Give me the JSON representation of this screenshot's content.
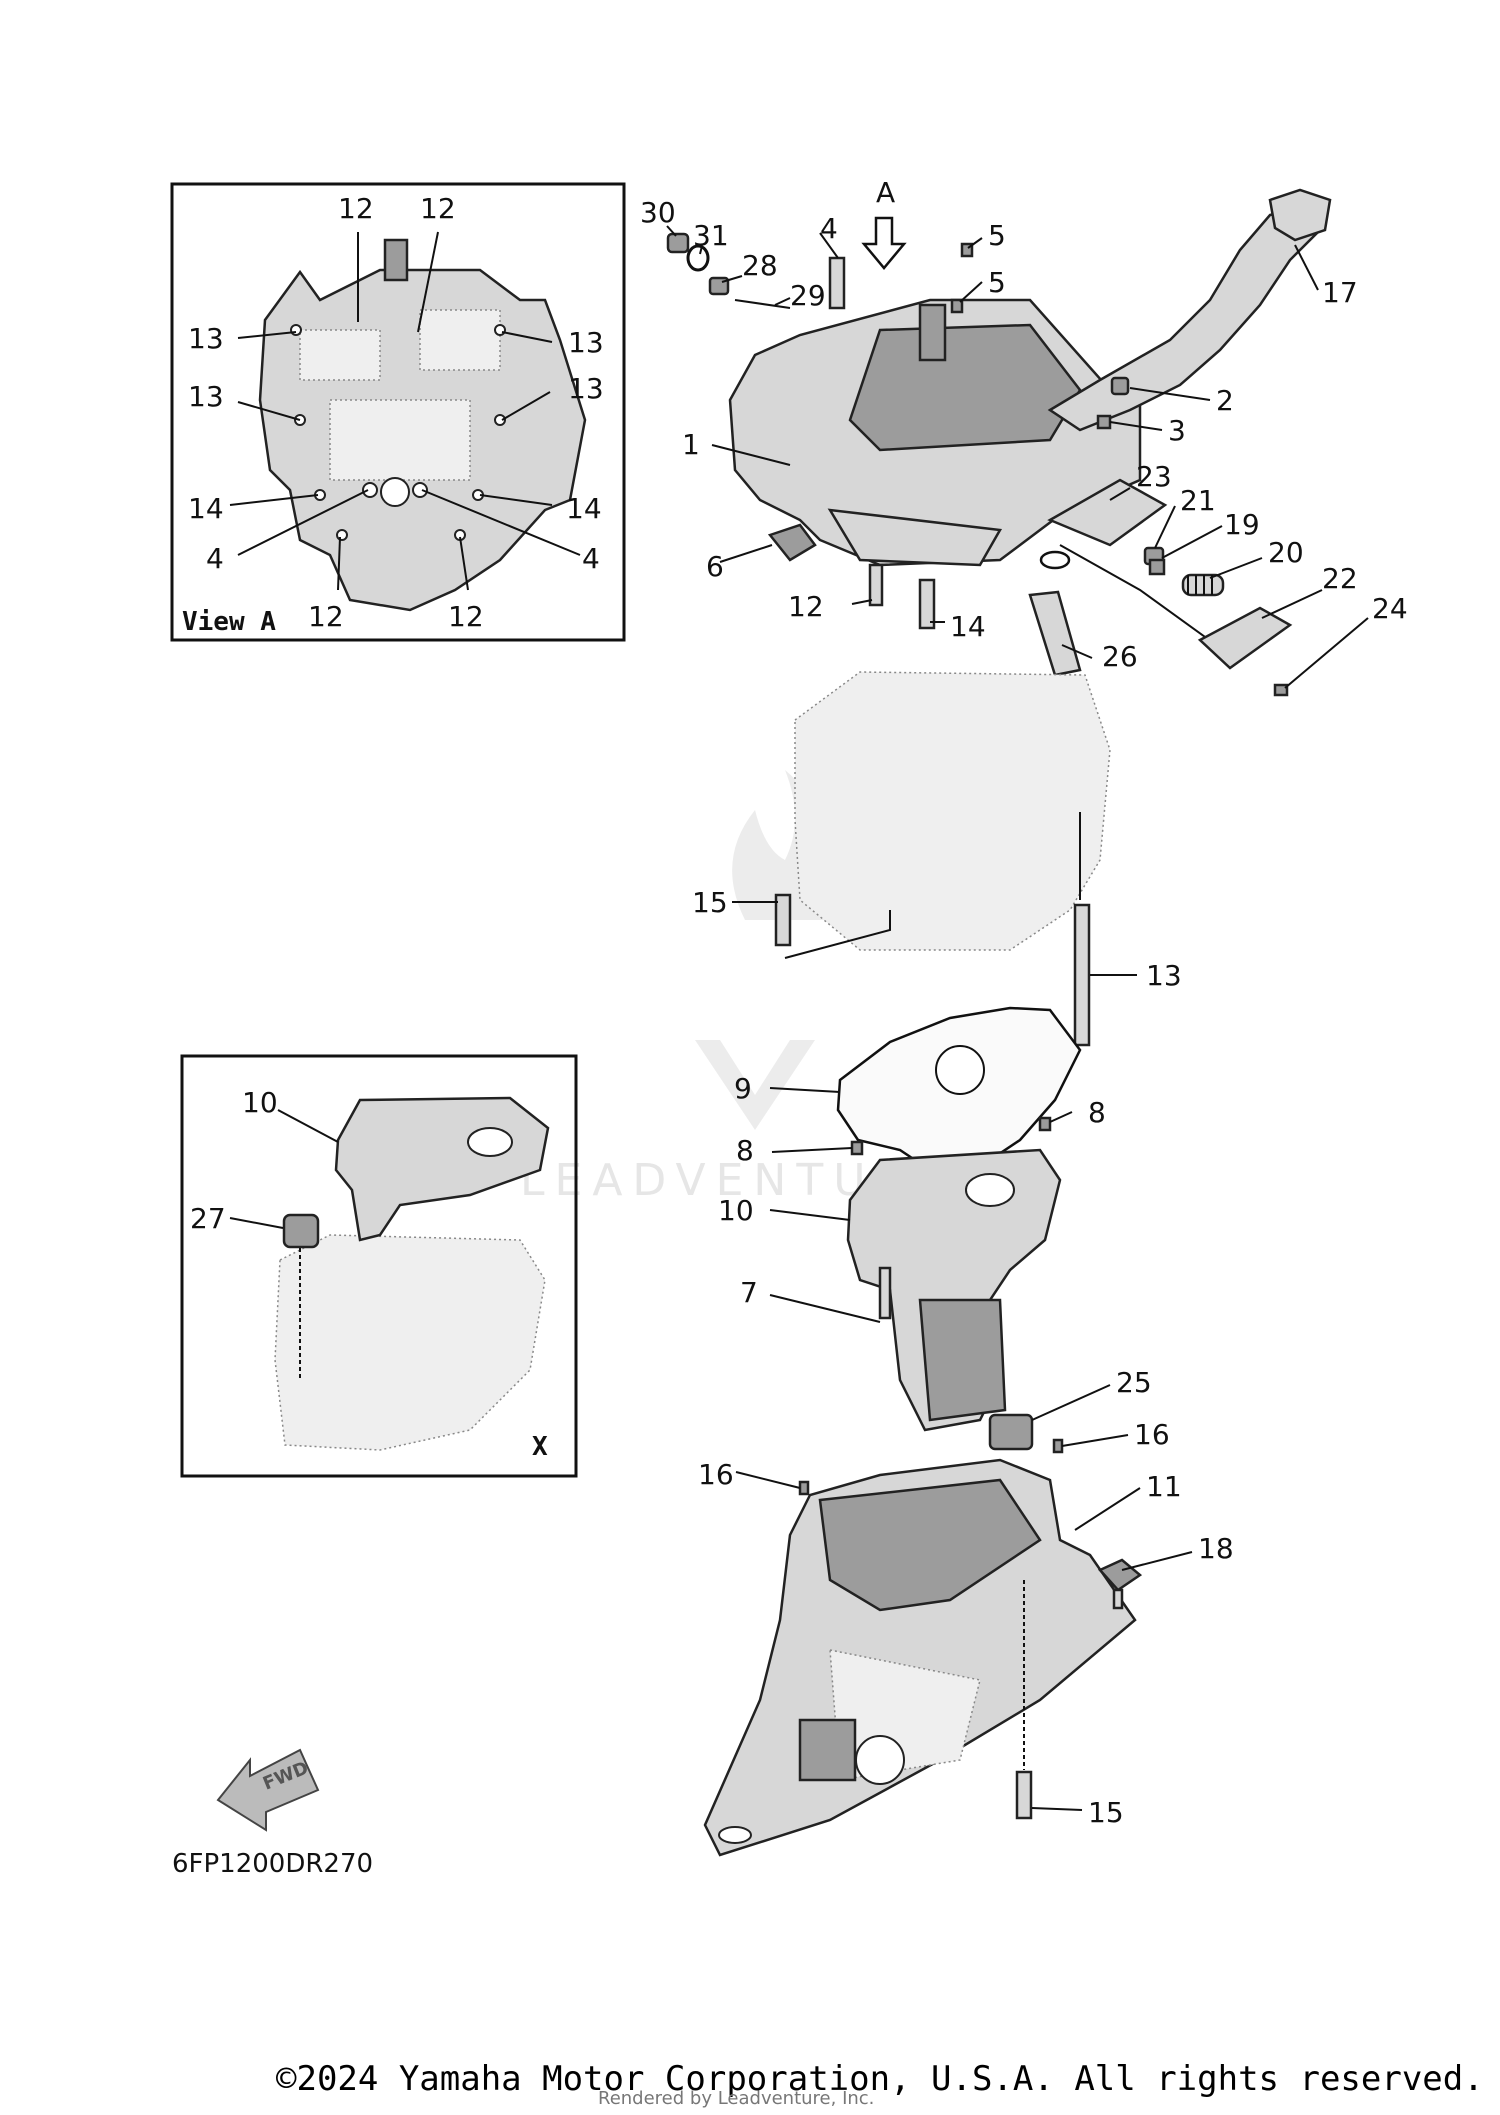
{
  "view_a_label": "View A",
  "view_x_label": "X",
  "direction_marker": "A",
  "fwd_label": "FWD",
  "diagram_code": "6FP1200DR270",
  "copyright": "©2024 Yamaha Motor Corporation, U.S.A. All rights reserved.",
  "rendered_by": "Rendered by Leadventure, Inc.",
  "watermark": "LEADVENTURE",
  "view_a_callouts": [
    {
      "label": "12"
    },
    {
      "label": "12"
    },
    {
      "label": "13"
    },
    {
      "label": "13"
    },
    {
      "label": "13"
    },
    {
      "label": "13"
    },
    {
      "label": "14"
    },
    {
      "label": "14"
    },
    {
      "label": "4"
    },
    {
      "label": "4"
    },
    {
      "label": "12"
    },
    {
      "label": "12"
    }
  ],
  "view_x_callouts": [
    {
      "label": "10"
    },
    {
      "label": "27"
    }
  ],
  "main_callouts": [
    {
      "label": "30"
    },
    {
      "label": "31"
    },
    {
      "label": "28"
    },
    {
      "label": "29"
    },
    {
      "label": "4"
    },
    {
      "label": "5"
    },
    {
      "label": "5"
    },
    {
      "label": "17"
    },
    {
      "label": "2"
    },
    {
      "label": "3"
    },
    {
      "label": "1"
    },
    {
      "label": "23"
    },
    {
      "label": "21"
    },
    {
      "label": "19"
    },
    {
      "label": "20"
    },
    {
      "label": "22"
    },
    {
      "label": "24"
    },
    {
      "label": "6"
    },
    {
      "label": "12"
    },
    {
      "label": "14"
    },
    {
      "label": "26"
    },
    {
      "label": "15"
    },
    {
      "label": "13"
    },
    {
      "label": "9"
    },
    {
      "label": "8"
    },
    {
      "label": "8"
    },
    {
      "label": "10"
    },
    {
      "label": "7"
    },
    {
      "label": "25"
    },
    {
      "label": "16"
    },
    {
      "label": "16"
    },
    {
      "label": "11"
    },
    {
      "label": "18"
    },
    {
      "label": "15"
    }
  ]
}
